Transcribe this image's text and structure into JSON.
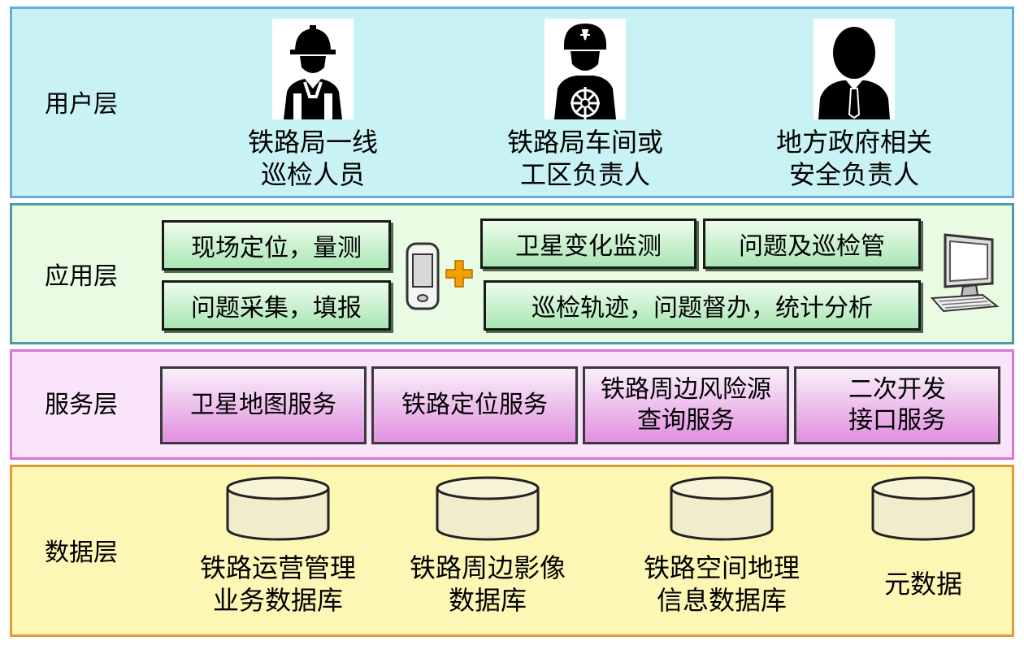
{
  "layers": {
    "user": {
      "label": "用户层",
      "users": [
        {
          "icon": "worker-icon",
          "line1": "铁路局一线",
          "line2": "巡检人员"
        },
        {
          "icon": "captain-icon",
          "line1": "铁路局车间或",
          "line2": "工区负责人"
        },
        {
          "icon": "official-icon",
          "line1": "地方政府相关",
          "line2": "安全负责人"
        }
      ]
    },
    "application": {
      "label": "应用层",
      "mobile_functions": [
        "现场定位，量测",
        "问题采集，填报"
      ],
      "desktop_functions": [
        "卫星变化监测",
        "问题及巡检管",
        "巡检轨迹，问题督办，统计分析"
      ],
      "icons": [
        "mobile-phone-icon",
        "plus-icon",
        "desktop-computer-icon"
      ]
    },
    "service": {
      "label": "服务层",
      "services": [
        {
          "line1": "卫星地图服务",
          "line2": ""
        },
        {
          "line1": "铁路定位服务",
          "line2": ""
        },
        {
          "line1": "铁路周边风险源",
          "line2": "查询服务"
        },
        {
          "line1": "二次开发",
          "line2": "接口服务"
        }
      ]
    },
    "data": {
      "label": "数据层",
      "databases": [
        {
          "line1": "铁路运营管理",
          "line2": "业务数据库"
        },
        {
          "line1": "铁路周边影像",
          "line2": "数据库"
        },
        {
          "line1": "铁路空间地理",
          "line2": "信息数据库"
        },
        {
          "line1": "元数据",
          "line2": ""
        }
      ]
    }
  },
  "colors": {
    "user_bg": "#c8f2f3",
    "user_border": "#6aaae0",
    "app_bg": "#eafbe3",
    "app_border": "#4f9a9f",
    "service_bg": "#fae4fb",
    "service_border": "#d776d6",
    "data_bg": "#fdf7b6",
    "data_border": "#e19b31",
    "plus": "#f5a000"
  }
}
